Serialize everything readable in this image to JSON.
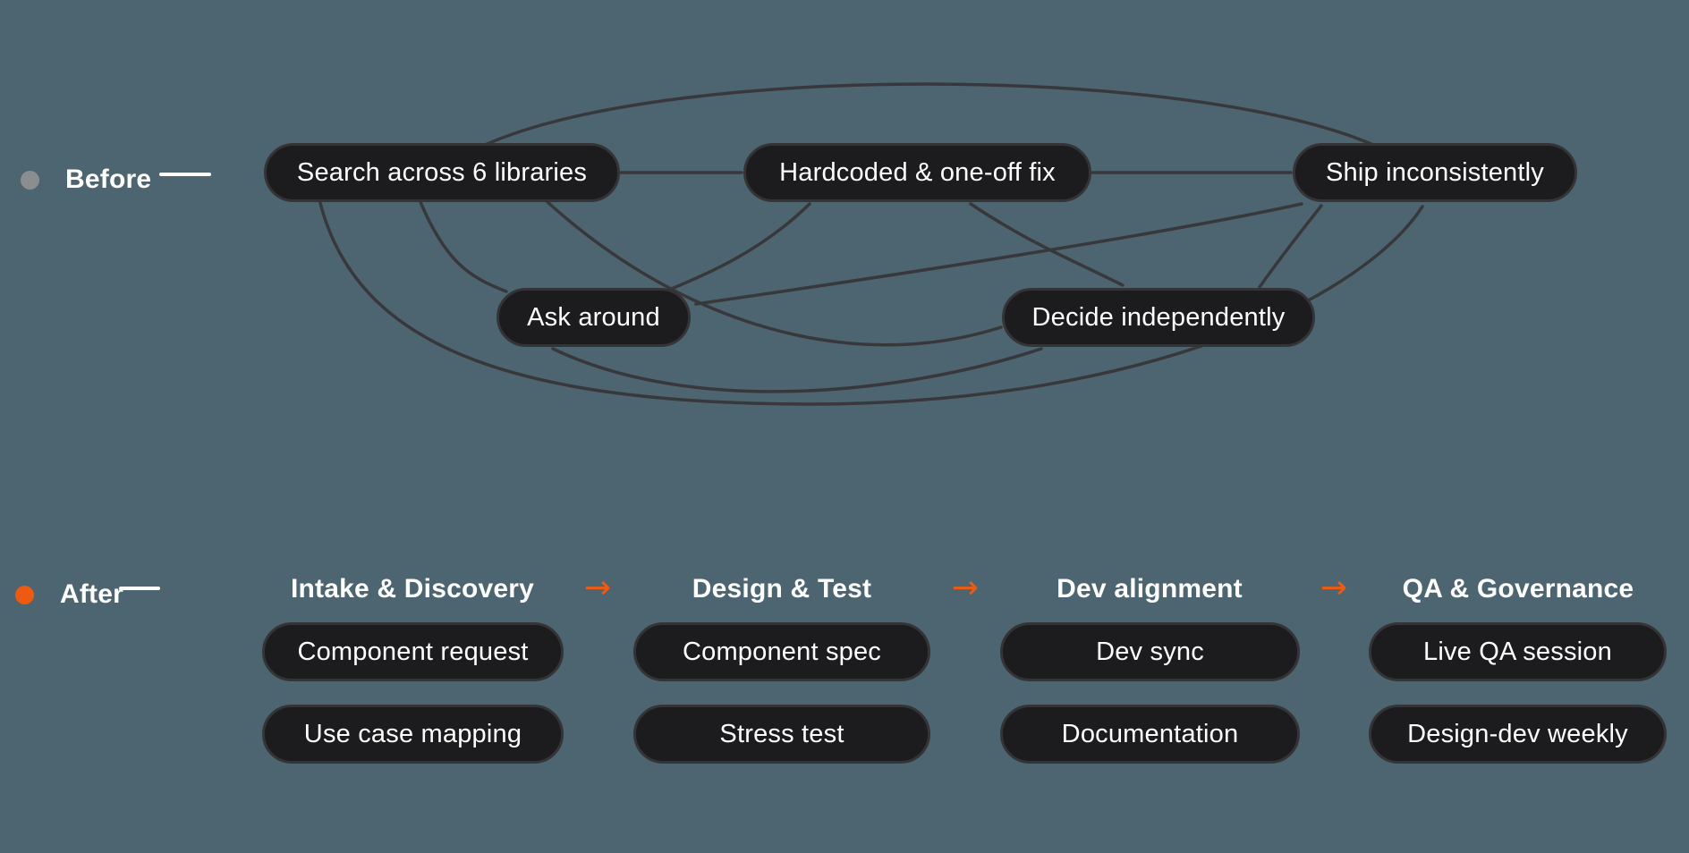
{
  "colors": {
    "background": "#4C6570",
    "pill_background": "#1C1C1E",
    "pill_border": "#343437",
    "pill_text": "#FFFFFF",
    "connection_line": "#38383B",
    "accent_orange": "#EE5A10",
    "before_dot_gray": "#8B8E90",
    "label_text": "#FFFFFF"
  },
  "legend": {
    "before_label": "Before",
    "after_label": "After"
  },
  "before": {
    "nodes": [
      {
        "label": "Search across 6 libraries"
      },
      {
        "label": "Hardcoded & one-off fix"
      },
      {
        "label": "Ship inconsistently"
      },
      {
        "label": "Ask around"
      },
      {
        "label": "Decide independently"
      }
    ]
  },
  "after": {
    "arrow_char": "→",
    "columns": [
      {
        "title": "Intake & Discovery",
        "items": [
          "Component request",
          "Use case mapping"
        ]
      },
      {
        "title": "Design & Test",
        "items": [
          "Component spec",
          "Stress test"
        ]
      },
      {
        "title": "Dev alignment",
        "items": [
          "Dev sync",
          "Documentation"
        ]
      },
      {
        "title": "QA & Governance",
        "items": [
          "Live QA session",
          "Design-dev weekly"
        ]
      }
    ]
  }
}
